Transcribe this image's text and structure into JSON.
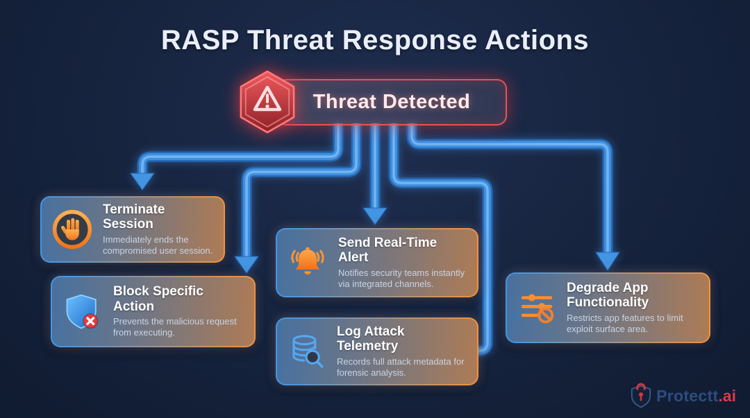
{
  "title": "RASP Threat Response Actions",
  "banner": {
    "label": "Threat Detected",
    "icon": "warning-triangle-icon"
  },
  "actions": [
    {
      "icon": "stop-hand-icon",
      "title": "Terminate Session",
      "description": "Immediately ends the compromised user session."
    },
    {
      "icon": "shield-block-icon",
      "title": "Block Specific Action",
      "description": "Prevents the malicious request from executing."
    },
    {
      "icon": "alert-bell-icon",
      "title": "Send Real-Time Alert",
      "description": "Notifies security teams instantly via integrated channels."
    },
    {
      "icon": "database-search-icon",
      "title": "Log Attack Telemetry",
      "description": "Records full attack metadata for forensic analysis."
    },
    {
      "icon": "sliders-restrict-icon",
      "title": "Degrade App Functionality",
      "description": "Restricts app features to limit exploit surface area."
    }
  ],
  "logo": {
    "name": "Protectt",
    "suffix": ".ai",
    "icon": "shield-lock-icon"
  },
  "colors": {
    "background": "#16233d",
    "arrow_blue": "#3f8fde",
    "accent_orange": "#ff8e2e",
    "alert_red": "#e5484d",
    "card_border_blue": "#3f96e8",
    "card_border_orange": "#f5913c",
    "title_text": "#e9eef8",
    "logo_navy": "#2d4d80",
    "logo_red": "#dc3a41"
  }
}
